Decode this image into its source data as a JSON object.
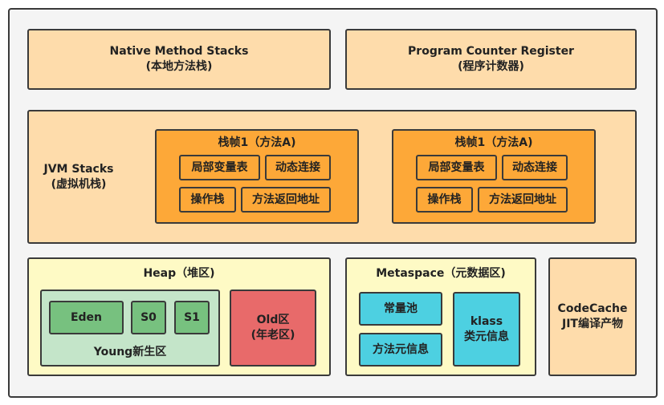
{
  "native": {
    "title": "Native Method Stacks",
    "subtitle": "(本地方法栈)"
  },
  "pc": {
    "title": "Program Counter Register",
    "subtitle": "(程序计数器)"
  },
  "jvm": {
    "title": "JVM Stacks",
    "subtitle": "(虚拟机栈)",
    "frames": [
      {
        "title": "栈帧1（方法A)",
        "cells": [
          "局部变量表",
          "动态连接",
          "操作栈",
          "方法返回地址"
        ]
      },
      {
        "title": "栈帧1（方法A)",
        "cells": [
          "局部变量表",
          "动态连接",
          "操作栈",
          "方法返回地址"
        ]
      }
    ]
  },
  "heap": {
    "title": "Heap（堆区)",
    "young": {
      "label": "Young新生区",
      "eden": "Eden",
      "s0": "S0",
      "s1": "S1"
    },
    "old": {
      "title": "Old区",
      "subtitle": "(年老区)"
    }
  },
  "meta": {
    "title": "Metaspace（元数据区)",
    "pool": "常量池",
    "method_info": "方法元信息",
    "klass": {
      "title": "klass",
      "subtitle": "类元信息"
    }
  },
  "codecache": {
    "title": "CodeCache",
    "subtitle": "JIT编译产物"
  }
}
